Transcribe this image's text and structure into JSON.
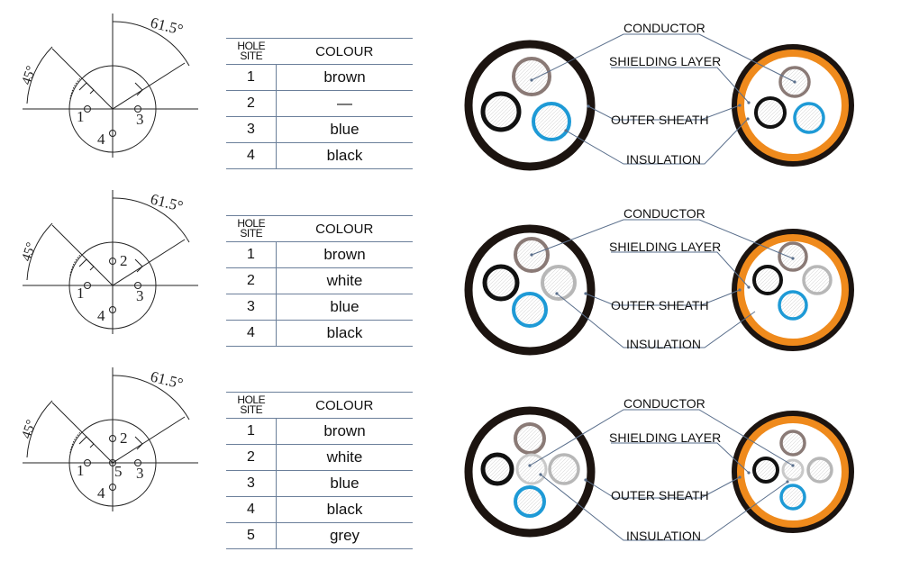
{
  "pin_angle_labels": {
    "a": "61.5°",
    "b": "45°"
  },
  "cable_labels": {
    "conductor": "CONDUCTOR",
    "shielding": "SHIELDING LAYER",
    "outer_sheath": "OUTER SHEATH",
    "insulation": "INSULATION"
  },
  "tables": [
    {
      "header": {
        "site_line1": "HOLE",
        "site_line2": "SITE",
        "colour": "COLOUR"
      },
      "rows": [
        {
          "site": "1",
          "colour": "brown"
        },
        {
          "site": "2",
          "colour": "—"
        },
        {
          "site": "3",
          "colour": "blue"
        },
        {
          "site": "4",
          "colour": "black"
        }
      ]
    },
    {
      "header": {
        "site_line1": "HOLE",
        "site_line2": "SITE",
        "colour": "COLOUR"
      },
      "rows": [
        {
          "site": "1",
          "colour": "brown"
        },
        {
          "site": "2",
          "colour": "white"
        },
        {
          "site": "3",
          "colour": "blue"
        },
        {
          "site": "4",
          "colour": "black"
        }
      ]
    },
    {
      "header": {
        "site_line1": "HOLE",
        "site_line2": "SITE",
        "colour": "COLOUR"
      },
      "rows": [
        {
          "site": "1",
          "colour": "brown"
        },
        {
          "site": "2",
          "colour": "white"
        },
        {
          "site": "3",
          "colour": "blue"
        },
        {
          "site": "4",
          "colour": "black"
        },
        {
          "site": "5",
          "colour": "grey"
        }
      ]
    }
  ],
  "pin_labels": {
    "r1": [
      "1",
      "3",
      "4"
    ],
    "r2": [
      "1",
      "2",
      "3",
      "4"
    ],
    "r3": [
      "1",
      "2",
      "3",
      "4",
      "5"
    ]
  },
  "colors": {
    "brown": "#8a7a76",
    "black": "#111111",
    "blue": "#1e9ad6",
    "white": "#b7b7b7",
    "grey": "#bdbdbd",
    "orange": "#ef8a1c",
    "sheath": "#1c1410",
    "leader": "#5a6f8c"
  }
}
